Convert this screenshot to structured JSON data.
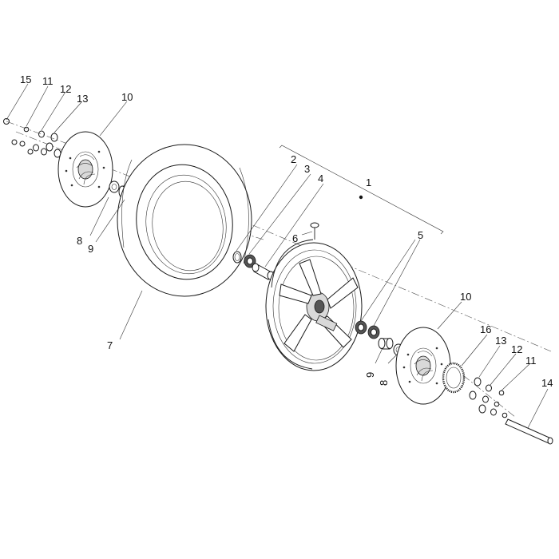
{
  "callouts": {
    "c1": "1",
    "c2": "2",
    "c3": "3",
    "c4": "4",
    "c5": "5",
    "c6": "6",
    "c7": "7",
    "c8a": "8",
    "c8b": "8",
    "c9a": "9",
    "c9b": "9",
    "c10a": "10",
    "c10b": "10",
    "c11a": "11",
    "c11b": "11",
    "c12a": "12",
    "c12b": "12",
    "c13a": "13",
    "c13b": "13",
    "c14": "14",
    "c15": "15",
    "c16": "16"
  }
}
